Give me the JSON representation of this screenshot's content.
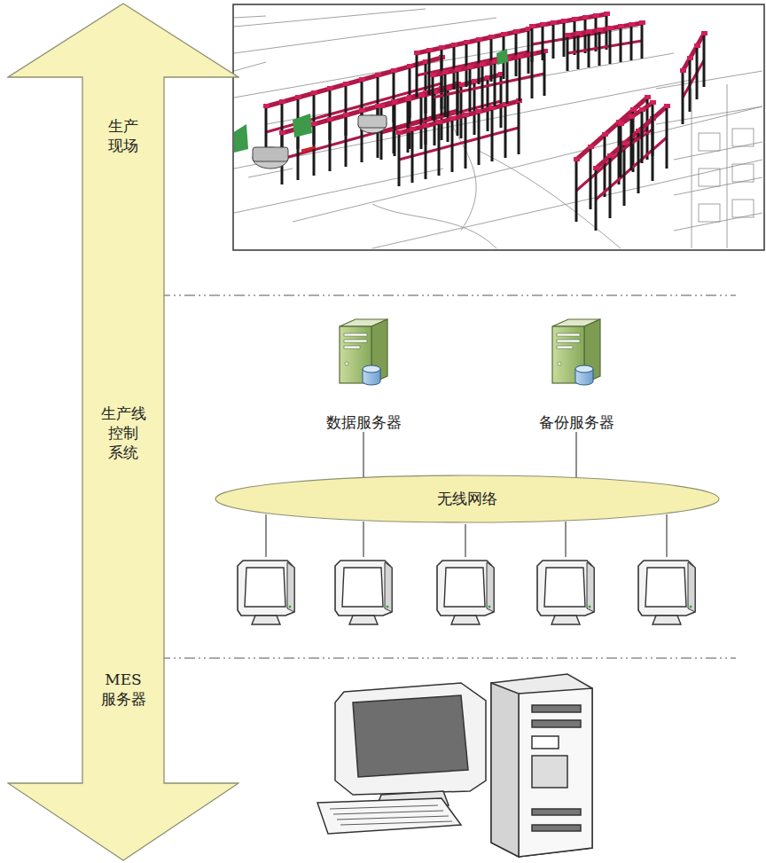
{
  "diagram": {
    "nodes": [
      {
        "text": [
          "生产 现场",
          "生产线 控制 系统",
          "MES 服务器"
        ]
      },
      {
        "text": [
          "数据服务器"
        ]
      },
      {
        "text": [
          "备份服务器"
        ]
      },
      {
        "text": [
          "无线网络"
        ]
      }
    ],
    "edges": [
      {
        "from": 1,
        "to": 3,
        "arrow": "none"
      },
      {
        "from": 2,
        "to": 3,
        "arrow": "none"
      }
    ]
  }
}
